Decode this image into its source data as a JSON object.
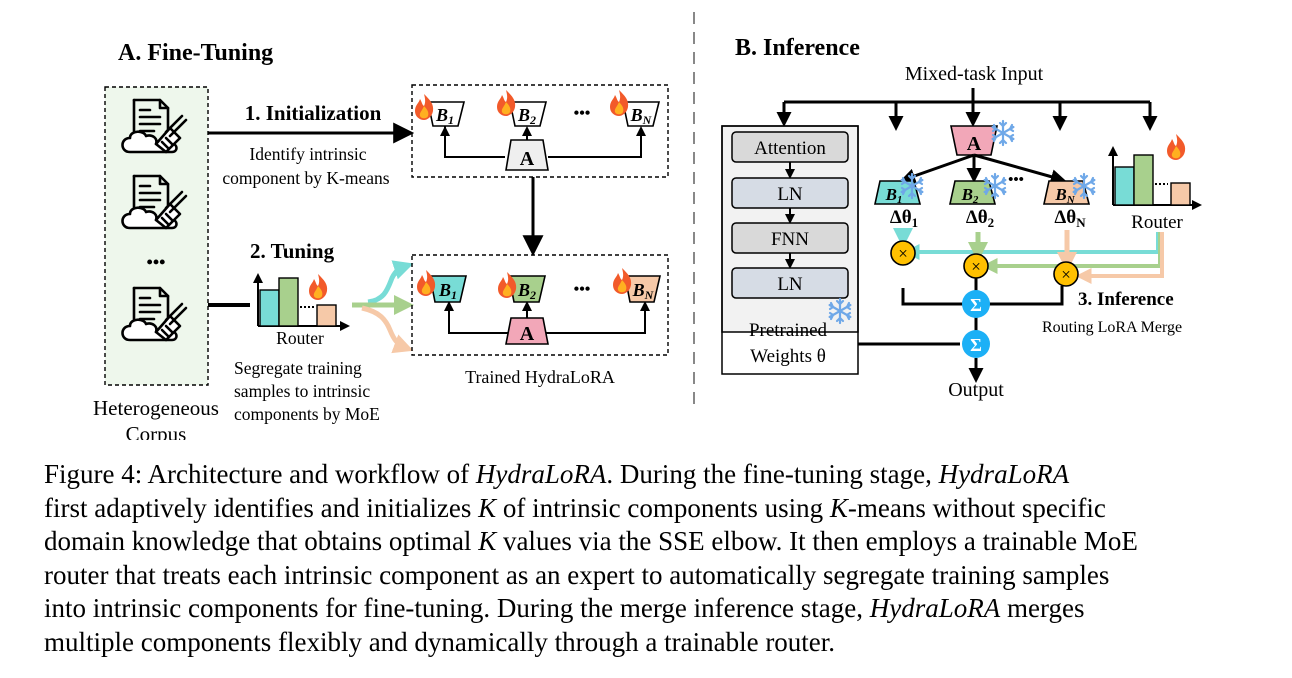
{
  "section_a": {
    "title": "A. Fine-Tuning",
    "step1_title": "1. Initialization",
    "step1_desc": [
      "Identify intrinsic",
      "component by K-means"
    ],
    "step2_title": "2. Tuning",
    "step2_router_label": "Router",
    "step2_desc": [
      "Segregate training",
      "samples to intrinsic",
      "components by MoE"
    ],
    "corpus_label": [
      "Heterogeneous",
      "Corpus"
    ],
    "ellipsis": "•••",
    "trained_label": "Trained HydraLoRA",
    "matrix_a": "A",
    "matrices_b": [
      {
        "base": "B",
        "sub": "1"
      },
      {
        "base": "B",
        "sub": "2"
      },
      {
        "base": "B",
        "sub": "N"
      }
    ]
  },
  "section_b": {
    "title": "B. Inference",
    "input_label": "Mixed-task Input",
    "output_label": "Output",
    "pretrained_blocks": [
      "Attention",
      "LN",
      "FNN",
      "LN"
    ],
    "pretrained_label": [
      "Pretrained",
      "Weights θ"
    ],
    "matrix_a": "A",
    "matrices_b": [
      {
        "base": "B",
        "sub": "1",
        "delta": "Δθ",
        "delta_sub": "1"
      },
      {
        "base": "B",
        "sub": "2",
        "delta": "Δθ",
        "delta_sub": "2"
      },
      {
        "base": "B",
        "sub": "N",
        "delta": "Δθ",
        "delta_sub": "N"
      }
    ],
    "router_label": "Router",
    "step3_title": "3. Inference",
    "step3_desc": "Routing LoRA Merge",
    "multiply_symbol": "×",
    "sum_symbol": "Σ",
    "ellipsis": "•••"
  },
  "colors": {
    "cyan": "#78DCD6",
    "green": "#A8D08D",
    "peach": "#F6C9A8",
    "pink": "#F2A7B8",
    "gray_block": "#D9D9D9",
    "blue_block": "#D6DCE5",
    "corpus_bg": "#EEF7EC",
    "yellow": "#FFC000",
    "sigma_blue": "#1CB0F6",
    "snow": "#6FA8E8",
    "flame": "#F25A2A"
  },
  "caption": {
    "lines": [
      [
        {
          "t": "Figure 4:   Architecture and workflow of "
        },
        {
          "t": "HydraLoRA",
          "i": true
        },
        {
          "t": ". During the fine-tuning stage, "
        },
        {
          "t": "HydraLoRA",
          "i": true
        }
      ],
      [
        {
          "t": "first adaptively identifies and initializes "
        },
        {
          "t": "K",
          "i": true
        },
        {
          "t": " of intrinsic components using "
        },
        {
          "t": "K",
          "i": true
        },
        {
          "t": "-means without specific"
        }
      ],
      [
        {
          "t": "domain knowledge that obtains optimal "
        },
        {
          "t": "K",
          "i": true
        },
        {
          "t": " values via the SSE elbow. It then employs a trainable MoE"
        }
      ],
      [
        {
          "t": "router that treats each intrinsic component as an expert to automatically segregate training samples"
        }
      ],
      [
        {
          "t": "into intrinsic components for fine-tuning. During the merge inference stage, "
        },
        {
          "t": "HydraLoRA",
          "i": true
        },
        {
          "t": " merges"
        }
      ],
      [
        {
          "t": "multiple components flexibly and dynamically through a trainable router."
        }
      ]
    ]
  }
}
